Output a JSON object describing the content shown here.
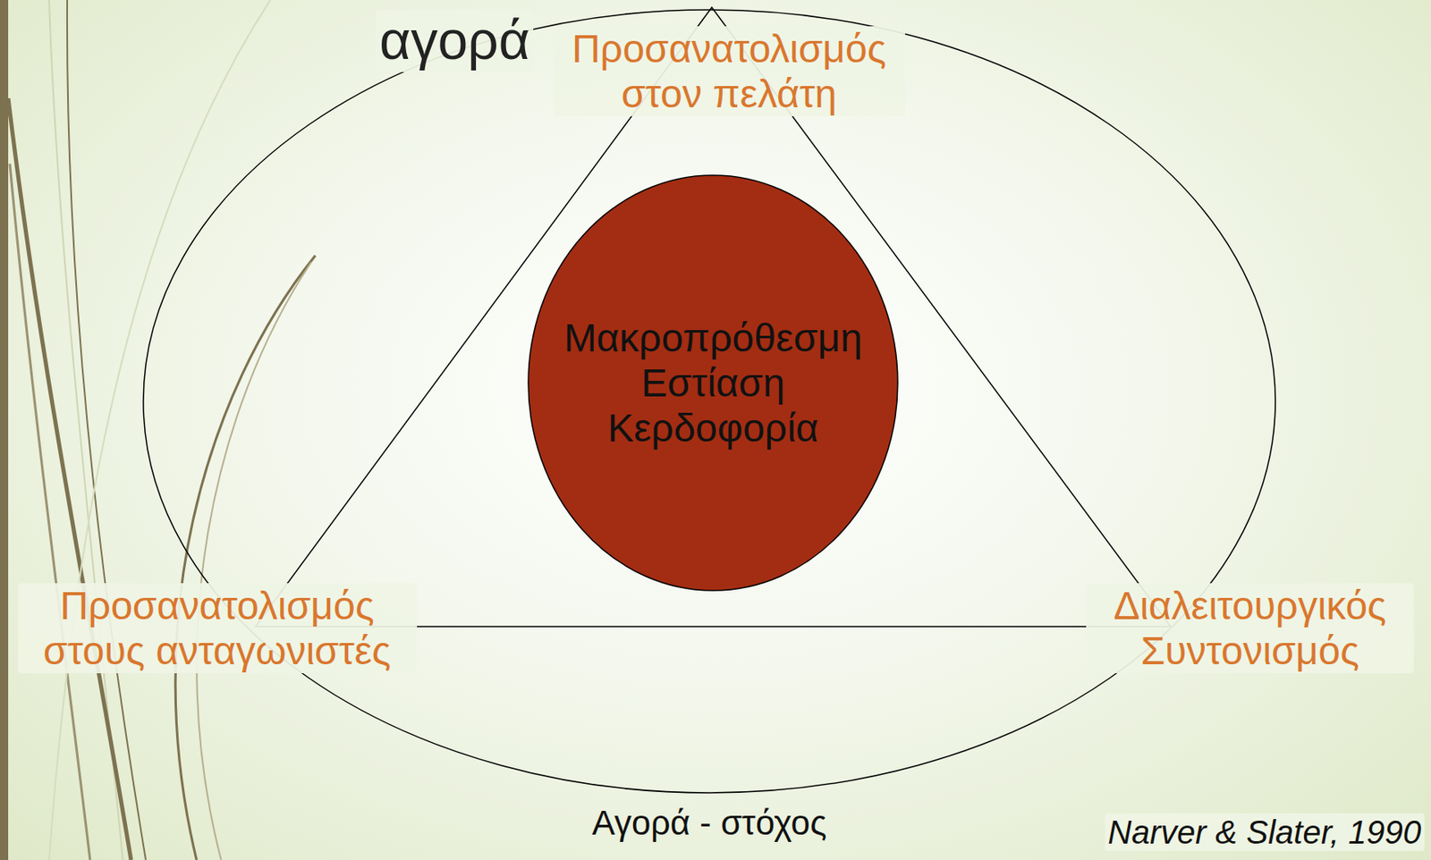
{
  "diagram": {
    "nodes": [
      {
        "text": [
          "Αγορά - στόχος"
        ]
      },
      {
        "text": [
          "Μακροπρόθεσμη Εστίαση Κερδοφορία"
        ],
        "in": 0
      }
    ],
    "labels": [
      "αγορά",
      "Προσανατολισμός στον πελάτη",
      "Προσανατολισμός στους ανταγωνιστές",
      "Διαλειτουργικός Συντονισμός",
      "Narver & Slater, 1990"
    ]
  }
}
